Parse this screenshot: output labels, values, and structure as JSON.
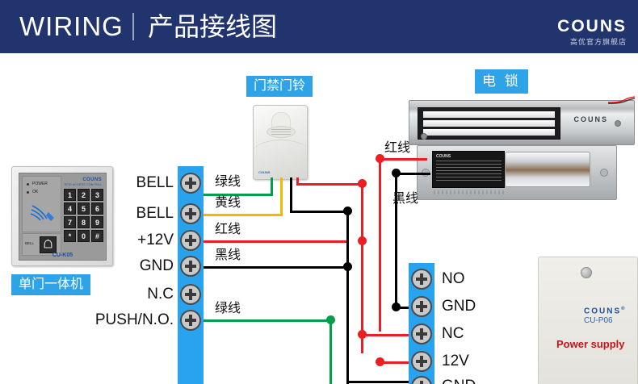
{
  "header": {
    "title_en": "WIRING",
    "title_cn": "产品接线图",
    "brand_name": "COUNS",
    "brand_sub": "高优官方旗舰店",
    "bg_color": "#22346e"
  },
  "badges": {
    "doorbell": "门禁门铃",
    "lock": "电 锁",
    "controller": "单门一体机"
  },
  "controller": {
    "led_power": "POWER",
    "led_ok": "OK",
    "brand": "COUNS",
    "brand_sub": "RFID ACCESS CONTROL",
    "bell_label": "BELL",
    "model": "CU-K05",
    "keys": [
      "1",
      "2",
      "3",
      "4",
      "5",
      "6",
      "7",
      "8",
      "9",
      "*",
      "0",
      "#"
    ]
  },
  "controller_terminals": [
    {
      "label": "BELL",
      "wire_label": "绿线",
      "wire_color": "#00a04b"
    },
    {
      "label": "BELL",
      "wire_label": "黄线",
      "wire_color": "#f5b700"
    },
    {
      "label": "+12V",
      "wire_label": "红线",
      "wire_color": "#ee1d22"
    },
    {
      "label": "GND",
      "wire_label": "黑线",
      "wire_color": "#000000"
    },
    {
      "label": "N.C",
      "wire_label": "",
      "wire_color": ""
    },
    {
      "label": "PUSH/N.O.",
      "wire_label": "绿线",
      "wire_color": "#00a04b"
    }
  ],
  "psu_terminals": [
    {
      "label": "NO"
    },
    {
      "label": "GND"
    },
    {
      "label": "NC"
    },
    {
      "label": "12V"
    },
    {
      "label": "GND"
    }
  ],
  "lock_wires": [
    {
      "label": "红线",
      "color": "#ee1d22"
    },
    {
      "label": "黑线",
      "color": "#000000"
    }
  ],
  "maglock": {
    "brand": "COUNS"
  },
  "boltlock": {
    "brand": "COUNS"
  },
  "psu": {
    "brand": "COUNS",
    "brand_mark": "®",
    "model": "CU-P06",
    "title": "Power supply"
  },
  "colors": {
    "red": "#ee1d22",
    "black": "#000000",
    "green": "#00a04b",
    "yellow": "#f5b700",
    "terminal_blue": "#2aa3ef",
    "badge_blue": "#2fa3e8",
    "header_navy": "#22346e"
  }
}
